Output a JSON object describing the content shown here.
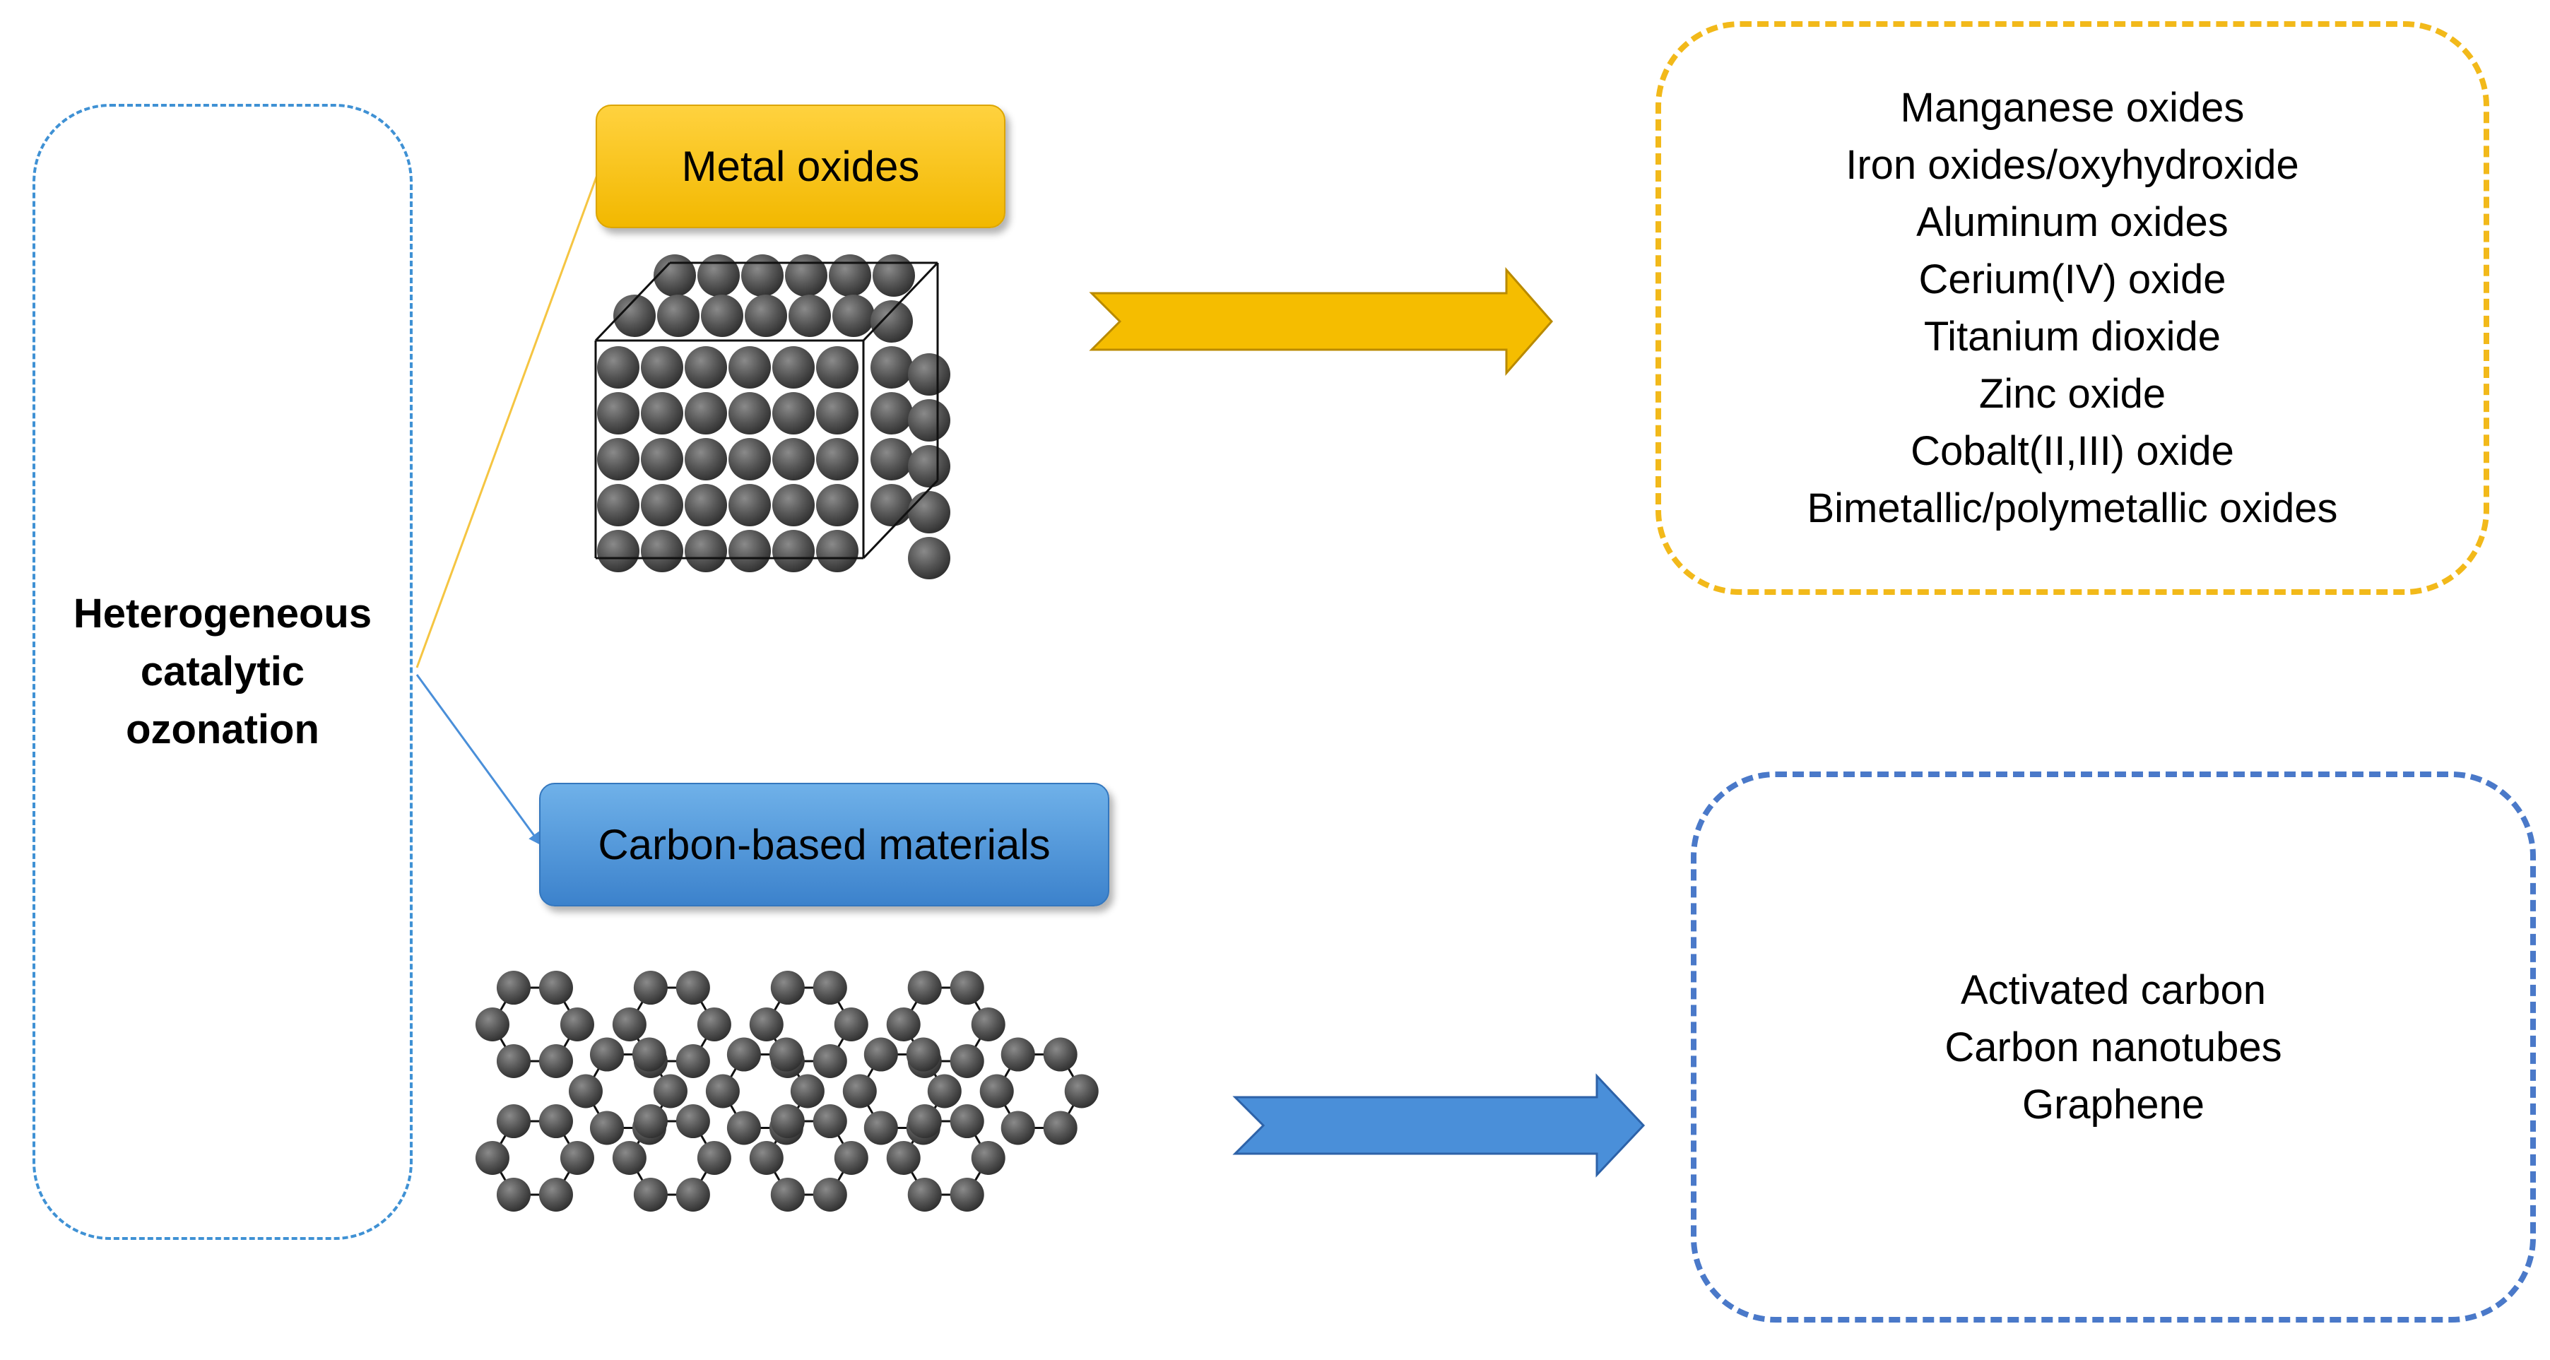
{
  "root": {
    "label": "Heterogeneous catalytic ozonation"
  },
  "categories": [
    {
      "label": "Metal oxides",
      "color": "#f5bd00",
      "items": [
        "Manganese oxides",
        "Iron oxides/oxyhydroxide",
        "Aluminum oxides",
        "Cerium(IV) oxide",
        "Titanium dioxide",
        "Zinc oxide",
        "Cobalt(II,III) oxide",
        "Bimetallic/polymetallic oxides"
      ]
    },
    {
      "label": "Carbon-based materials",
      "color": "#4a8fd9",
      "items": [
        "Activated carbon",
        "Carbon nanotubes",
        "Graphene"
      ]
    }
  ],
  "colors": {
    "atom": "#555555",
    "lattice_line": "#111111"
  }
}
